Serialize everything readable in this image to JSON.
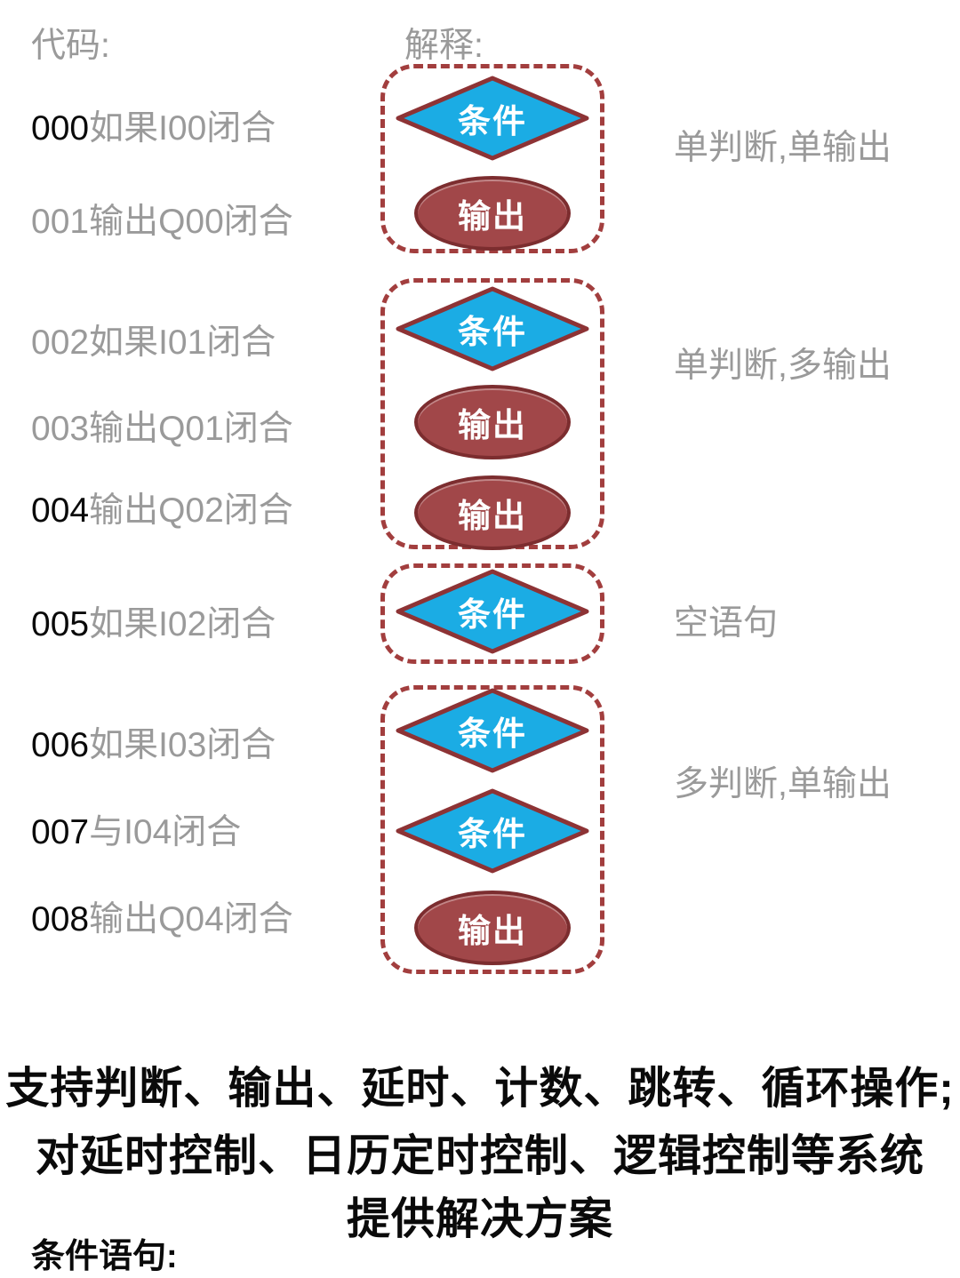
{
  "headers": {
    "code": "代码:",
    "explanation": "解释:"
  },
  "code_lines": [
    {
      "num": "000",
      "text": "如果I00闭合"
    },
    {
      "num": "001",
      "text": "输出Q00闭合"
    },
    {
      "num": "002",
      "text": "如果I01闭合"
    },
    {
      "num": "003",
      "text": "输出Q01闭合"
    },
    {
      "num": "004",
      "text": "输出Q02闭合"
    },
    {
      "num": "005",
      "text": "如果I02闭合"
    },
    {
      "num": "006",
      "text": "如果I03闭合"
    },
    {
      "num": "007",
      "text": "与I04闭合"
    },
    {
      "num": "008",
      "text": "输出Q04闭合"
    }
  ],
  "diagram": {
    "groups": [
      {
        "annotation": "单判断,单输出",
        "nodes": [
          {
            "type": "diamond",
            "label": "条件"
          },
          {
            "type": "ellipse",
            "label": "输出"
          }
        ]
      },
      {
        "annotation": "单判断,多输出",
        "nodes": [
          {
            "type": "diamond",
            "label": "条件"
          },
          {
            "type": "ellipse",
            "label": "输出"
          },
          {
            "type": "ellipse",
            "label": "输出"
          }
        ]
      },
      {
        "annotation": "空语句",
        "nodes": [
          {
            "type": "diamond",
            "label": "条件"
          }
        ]
      },
      {
        "annotation": "多判断,单输出",
        "nodes": [
          {
            "type": "diamond",
            "label": "条件"
          },
          {
            "type": "diamond",
            "label": "条件"
          },
          {
            "type": "ellipse",
            "label": "输出"
          }
        ]
      }
    ]
  },
  "footer": {
    "lines": [
      "支持判断、输出、延时、计数、跳转、循环操作;",
      "对延时控制、日历定时控制、逻辑控制等系统",
      "提供解决方案"
    ],
    "condition_label": "条件语句:"
  },
  "colors": {
    "gray_text": "#9A9A9A",
    "black_text": "#0A0A0A",
    "diamond_fill": "#1BACE4",
    "diamond_border": "#8D3335",
    "ellipse_fill": "#A14749",
    "ellipse_border": "#7C2D2F",
    "box_border": "#A23E3E",
    "shape_label": "#FFFFFF"
  }
}
